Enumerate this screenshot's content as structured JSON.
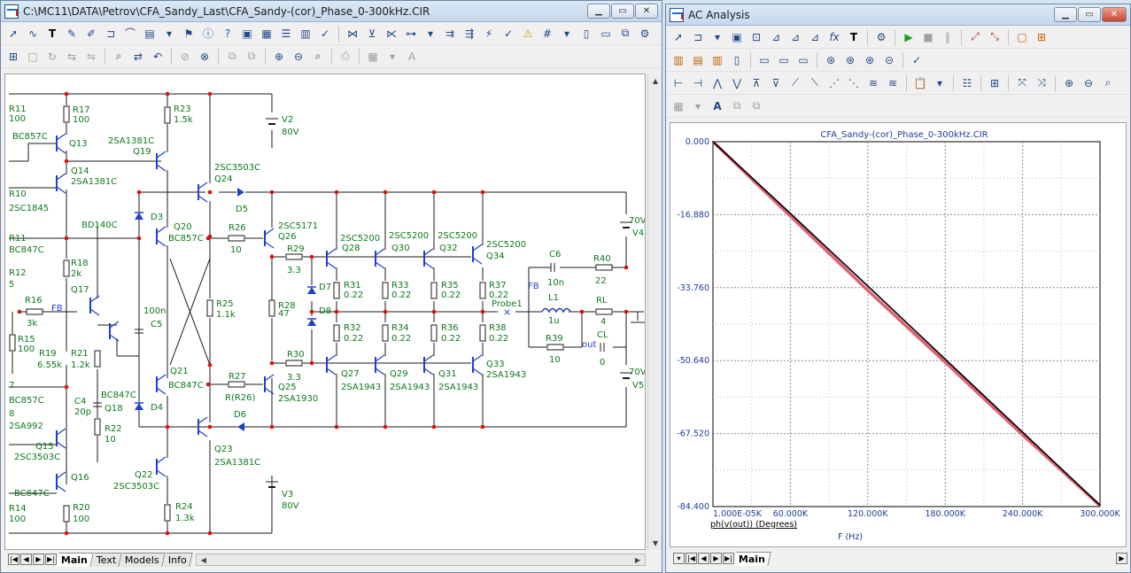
{
  "schematic_window": {
    "title": "C:\\MC11\\DATA\\Petrov\\CFA_Sandy_Last\\CFA_Sandy-(cor)_Phase_0-300kHz.CIR",
    "tabs": [
      {
        "label": "Main",
        "active": true
      },
      {
        "label": "Text",
        "active": false
      },
      {
        "label": "Models",
        "active": false
      },
      {
        "label": "Info",
        "active": false
      }
    ]
  },
  "schematic": {
    "labels": [
      {
        "id": "r11",
        "text": "R11"
      },
      {
        "id": "v100a",
        "text": "100"
      },
      {
        "id": "bc857c_a",
        "text": "BC857C"
      },
      {
        "id": "r10",
        "text": "R10"
      },
      {
        "id": "sc1845",
        "text": "2SC1845"
      },
      {
        "id": "r11b",
        "text": "R11"
      },
      {
        "id": "bc847c_l",
        "text": "BC847C"
      },
      {
        "id": "r12",
        "text": "R12"
      },
      {
        "id": "v5",
        "text": "5"
      },
      {
        "id": "r16",
        "text": "R16"
      },
      {
        "id": "v3k",
        "text": "3k"
      },
      {
        "id": "fb_l",
        "text": "FB"
      },
      {
        "id": "r15",
        "text": "R15"
      },
      {
        "id": "v100b",
        "text": "100"
      },
      {
        "id": "r19",
        "text": "R19"
      },
      {
        "id": "v655k",
        "text": "6.55k"
      },
      {
        "id": "v7",
        "text": "7"
      },
      {
        "id": "bc857c_l2",
        "text": "BC857C"
      },
      {
        "id": "v8",
        "text": "8"
      },
      {
        "id": "sa992",
        "text": "2SA992"
      },
      {
        "id": "q15",
        "text": "Q15"
      },
      {
        "id": "sc3503c_l",
        "text": "2SC3503C"
      },
      {
        "id": "bc847c_l3",
        "text": "BC847C"
      },
      {
        "id": "r14",
        "text": "R14"
      },
      {
        "id": "v100c",
        "text": "100"
      },
      {
        "id": "r17",
        "text": "R17"
      },
      {
        "id": "v100d",
        "text": "100"
      },
      {
        "id": "q13",
        "text": "Q13"
      },
      {
        "id": "q14",
        "text": "Q14"
      },
      {
        "id": "sa1381c_a",
        "text": "2SA1381C"
      },
      {
        "id": "bd140c",
        "text": "BD140C"
      },
      {
        "id": "r18",
        "text": "R18"
      },
      {
        "id": "v2k",
        "text": "2k"
      },
      {
        "id": "q17",
        "text": "Q17"
      },
      {
        "id": "r21",
        "text": "R21"
      },
      {
        "id": "v12k",
        "text": "1.2k"
      },
      {
        "id": "c4",
        "text": "C4"
      },
      {
        "id": "v20p",
        "text": "20p"
      },
      {
        "id": "bc847c_m",
        "text": "BC847C"
      },
      {
        "id": "q18",
        "text": "Q18"
      },
      {
        "id": "r22",
        "text": "R22"
      },
      {
        "id": "v10a",
        "text": "10"
      },
      {
        "id": "q16",
        "text": "Q16"
      },
      {
        "id": "r20",
        "text": "R20"
      },
      {
        "id": "v100e",
        "text": "100"
      },
      {
        "id": "r23",
        "text": "R23"
      },
      {
        "id": "v15k",
        "text": "1.5k"
      },
      {
        "id": "sa1381c_b",
        "text": "2SA1381C"
      },
      {
        "id": "q19",
        "text": "Q19"
      },
      {
        "id": "d3",
        "text": "D3"
      },
      {
        "id": "q20",
        "text": "Q20"
      },
      {
        "id": "bc857c_m",
        "text": "BC857C"
      },
      {
        "id": "c5v",
        "text": "100n"
      },
      {
        "id": "c5",
        "text": "C5"
      },
      {
        "id": "q21",
        "text": "Q21"
      },
      {
        "id": "bc847c_m2",
        "text": "BC847C"
      },
      {
        "id": "d4",
        "text": "D4"
      },
      {
        "id": "q22",
        "text": "Q22"
      },
      {
        "id": "sc3503c_m",
        "text": "2SC3503C"
      },
      {
        "id": "r24",
        "text": "R24"
      },
      {
        "id": "v13k",
        "text": "1.3k"
      },
      {
        "id": "v2",
        "text": "V2"
      },
      {
        "id": "v80a",
        "text": "80V"
      },
      {
        "id": "sc3503c_t",
        "text": "2SC3503C"
      },
      {
        "id": "q24",
        "text": "Q24"
      },
      {
        "id": "d5",
        "text": "D5"
      },
      {
        "id": "r26",
        "text": "R26"
      },
      {
        "id": "v10b",
        "text": "10"
      },
      {
        "id": "sc5171",
        "text": "2SC5171"
      },
      {
        "id": "q26",
        "text": "Q26"
      },
      {
        "id": "r25",
        "text": "R25"
      },
      {
        "id": "v11k",
        "text": "1.1k"
      },
      {
        "id": "r27",
        "text": "R27"
      },
      {
        "id": "rr26",
        "text": "R(R26)"
      },
      {
        "id": "q25",
        "text": "Q25"
      },
      {
        "id": "sa1930",
        "text": "2SA1930"
      },
      {
        "id": "d6",
        "text": "D6"
      },
      {
        "id": "q23",
        "text": "Q23"
      },
      {
        "id": "sa1381c_c",
        "text": "2SA1381C"
      },
      {
        "id": "v3",
        "text": "V3"
      },
      {
        "id": "v80b",
        "text": "80V"
      },
      {
        "id": "r29",
        "text": "R29"
      },
      {
        "id": "v33a",
        "text": "3.3"
      },
      {
        "id": "d7",
        "text": "D7"
      },
      {
        "id": "r28",
        "text": "R28"
      },
      {
        "id": "v47",
        "text": "47"
      },
      {
        "id": "d8",
        "text": "D8"
      },
      {
        "id": "r30",
        "text": "R30"
      },
      {
        "id": "v33b",
        "text": "3.3"
      },
      {
        "id": "sc5200a",
        "text": "2SC5200"
      },
      {
        "id": "q28",
        "text": "Q28"
      },
      {
        "id": "sc5200b",
        "text": "2SC5200"
      },
      {
        "id": "q30",
        "text": "Q30"
      },
      {
        "id": "sc5200c",
        "text": "2SC5200"
      },
      {
        "id": "q32",
        "text": "Q32"
      },
      {
        "id": "sc5200d",
        "text": "2SC5200"
      },
      {
        "id": "q34",
        "text": "Q34"
      },
      {
        "id": "r31",
        "text": "R31"
      },
      {
        "id": "v022a",
        "text": "0.22"
      },
      {
        "id": "r33",
        "text": "R33"
      },
      {
        "id": "v022b",
        "text": "0.22"
      },
      {
        "id": "r35",
        "text": "R35"
      },
      {
        "id": "v022c",
        "text": "0.22"
      },
      {
        "id": "r37",
        "text": "R37"
      },
      {
        "id": "v022d",
        "text": "0.22"
      },
      {
        "id": "r32",
        "text": "R32"
      },
      {
        "id": "v022e",
        "text": "0.22"
      },
      {
        "id": "r34",
        "text": "R34"
      },
      {
        "id": "v022f",
        "text": "0.22"
      },
      {
        "id": "r36",
        "text": "R36"
      },
      {
        "id": "v022g",
        "text": "0.22"
      },
      {
        "id": "r38",
        "text": "R38"
      },
      {
        "id": "v022h",
        "text": "0.22"
      },
      {
        "id": "q27",
        "text": "Q27"
      },
      {
        "id": "sa1943a",
        "text": "2SA1943"
      },
      {
        "id": "q29",
        "text": "Q29"
      },
      {
        "id": "sa1943b",
        "text": "2SA1943"
      },
      {
        "id": "q31",
        "text": "Q31"
      },
      {
        "id": "sa1943c",
        "text": "2SA1943"
      },
      {
        "id": "q33",
        "text": "Q33"
      },
      {
        "id": "sa1943d",
        "text": "2SA1943"
      },
      {
        "id": "fb_r",
        "text": "FB"
      },
      {
        "id": "probe1",
        "text": "Probe1"
      },
      {
        "id": "c6",
        "text": "C6"
      },
      {
        "id": "v10n",
        "text": "10n"
      },
      {
        "id": "r40",
        "text": "R40"
      },
      {
        "id": "v22",
        "text": "22"
      },
      {
        "id": "l1",
        "text": "L1"
      },
      {
        "id": "v1u",
        "text": "1u"
      },
      {
        "id": "rl",
        "text": "RL"
      },
      {
        "id": "v4",
        "text": "4"
      },
      {
        "id": "r39",
        "text": "R39"
      },
      {
        "id": "v10c",
        "text": "10"
      },
      {
        "id": "out",
        "text": "out"
      },
      {
        "id": "cl",
        "text": "CL"
      },
      {
        "id": "v0",
        "text": "0"
      },
      {
        "id": "v70a",
        "text": "70V"
      },
      {
        "id": "v4src",
        "text": "V4"
      },
      {
        "id": "v70b",
        "text": "70V"
      },
      {
        "id": "v5src",
        "text": "V5"
      }
    ]
  },
  "analysis_window": {
    "title": "AC Analysis",
    "tabs": [
      {
        "label": "Main",
        "active": true
      }
    ]
  },
  "chart_data": {
    "type": "line",
    "title": "CFA_Sandy-(cor)_Phase_0-300kHz.CIR",
    "xlabel": "F (Hz)",
    "ylabel": "ph(v(out)) (Degrees)",
    "xlim": [
      1e-05,
      300000
    ],
    "ylim": [
      -84.4,
      0
    ],
    "x_tick_labels": [
      "1.000E-05K",
      "60.000K",
      "120.000K",
      "180.000K",
      "240.000K",
      "300.000K"
    ],
    "x_ticks": [
      1e-05,
      60000,
      120000,
      180000,
      240000,
      300000
    ],
    "y_tick_labels": [
      "0.000",
      "-16.880",
      "-33.760",
      "-50.640",
      "-67.520",
      "-84.400"
    ],
    "y_ticks": [
      0,
      -16.88,
      -33.76,
      -50.64,
      -67.52,
      -84.4
    ],
    "grid": true,
    "series": [
      {
        "color": "#e06070",
        "x": [
          1e-05,
          60000,
          120000,
          180000,
          240000,
          300000
        ],
        "y": [
          0,
          -17.2,
          -34.4,
          -51.0,
          -67.8,
          -84.2
        ]
      },
      {
        "color": "#000000",
        "x": [
          1e-05,
          60000,
          120000,
          180000,
          240000,
          300000
        ],
        "y": [
          0,
          -16.6,
          -33.4,
          -50.3,
          -67.2,
          -84.1
        ]
      }
    ]
  }
}
